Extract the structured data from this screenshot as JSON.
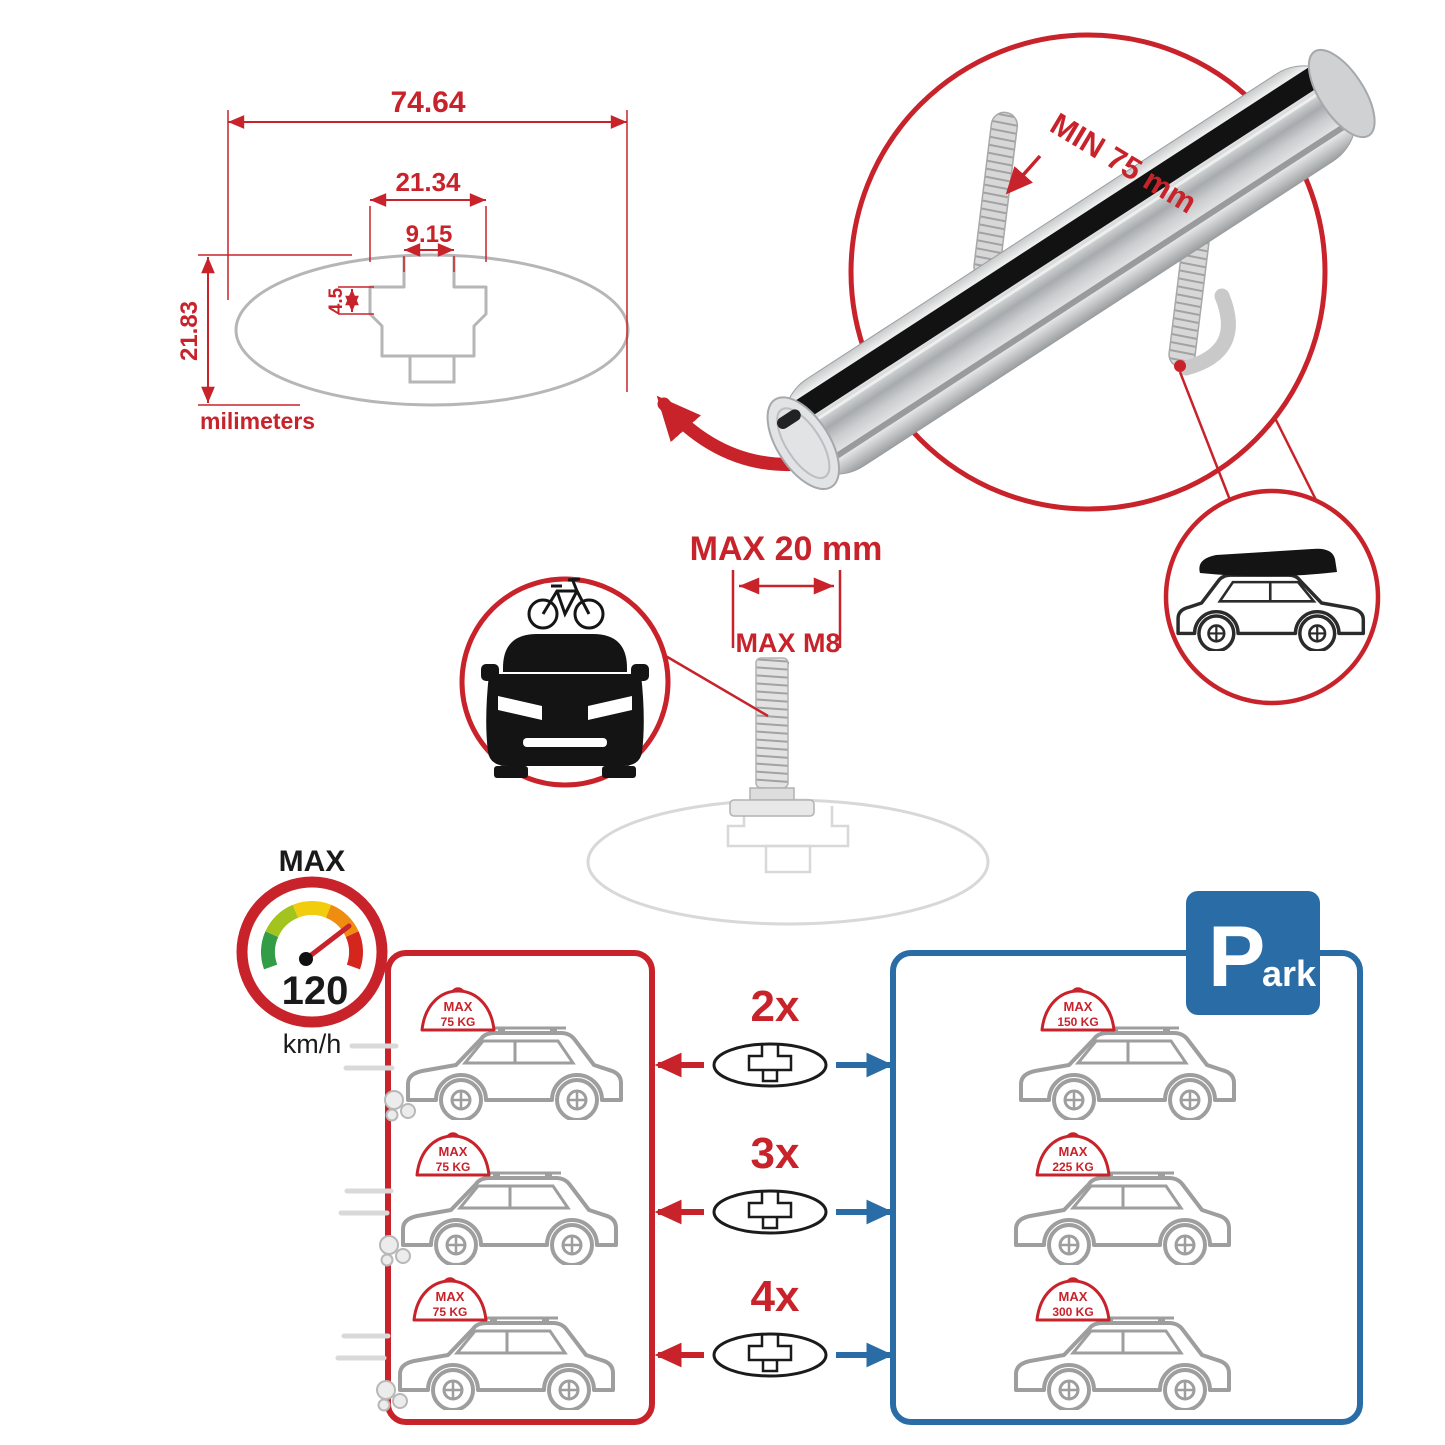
{
  "accent": {
    "red": "#c8232b",
    "blue": "#2a6ca6",
    "gray": "#b6b6b6"
  },
  "profile_dimensions": {
    "total_width": "74.64",
    "channel_width": "21.34",
    "slot_width": "9.15",
    "step_depth": "4.5",
    "height": "21.83",
    "unit_label": "milimeters"
  },
  "clamp_detail": {
    "min_width_label": "MIN 75 mm"
  },
  "bolt_detail": {
    "max_length_label": "MAX 20 mm",
    "max_thread_label": "MAX M8"
  },
  "speed_limit": {
    "title": "MAX",
    "value": "120",
    "unit": "km/h"
  },
  "park_sign": {
    "letter": "P",
    "suffix": "ark"
  },
  "crossbar_sets": [
    {
      "multiplier": "2x",
      "driving_load": {
        "title": "MAX",
        "value": "75 KG"
      },
      "parked_load": {
        "title": "MAX",
        "value": "150 KG"
      }
    },
    {
      "multiplier": "3x",
      "driving_load": {
        "title": "MAX",
        "value": "75 KG"
      },
      "parked_load": {
        "title": "MAX",
        "value": "225 KG"
      }
    },
    {
      "multiplier": "4x",
      "driving_load": {
        "title": "MAX",
        "value": "75 KG"
      },
      "parked_load": {
        "title": "MAX",
        "value": "300 KG"
      }
    }
  ]
}
